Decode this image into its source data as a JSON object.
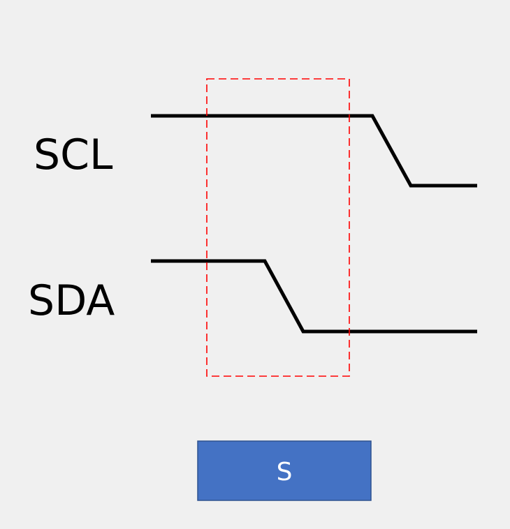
{
  "signals": {
    "scl_label": "SCL",
    "sda_label": "SDA"
  },
  "start_condition": {
    "label": "S"
  },
  "colors": {
    "highlight": "#ff0000",
    "box_fill": "#4472c4",
    "line": "#000000"
  }
}
